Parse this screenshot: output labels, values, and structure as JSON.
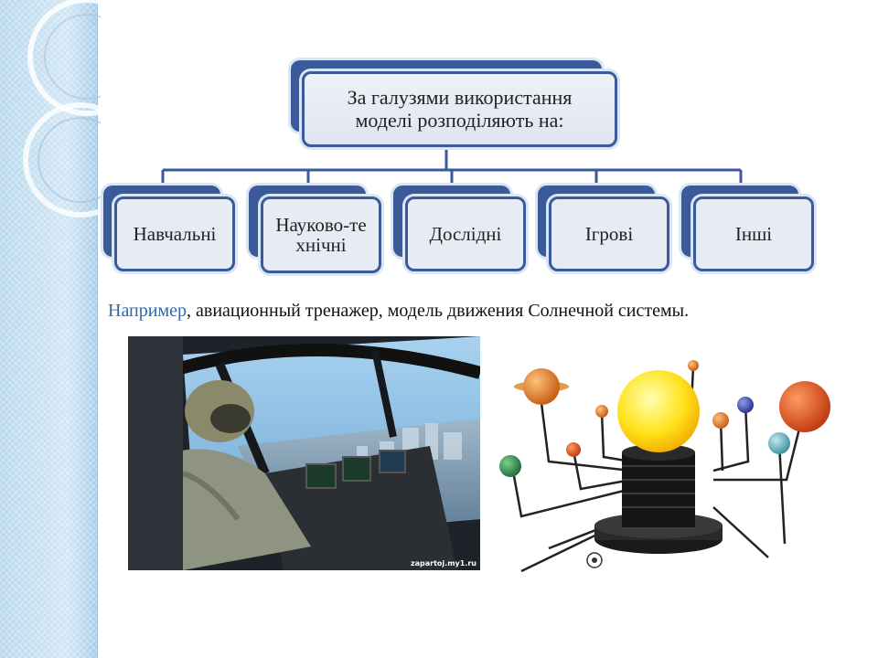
{
  "diagram": {
    "root": {
      "line1": "За галузями використання",
      "line2": "моделі розподіляють на:"
    },
    "children": [
      {
        "label": "Навчальні"
      },
      {
        "label": "Науково-технічні"
      },
      {
        "label": "Дослідні"
      },
      {
        "label": "Ігрові"
      },
      {
        "label": "Інші"
      }
    ]
  },
  "caption": {
    "lead": "Например",
    "rest": ", авиационный тренажер, модель движения Солнечной системы."
  },
  "images": {
    "photo_credit": "zapartoj.my1.ru"
  },
  "colors": {
    "box_border": "#3b5a9a",
    "box_fill": "#e7ebf4",
    "connector": "#3b5a9a",
    "caption_accent": "#2e6aa8",
    "side_band": "#c9e1f2"
  }
}
